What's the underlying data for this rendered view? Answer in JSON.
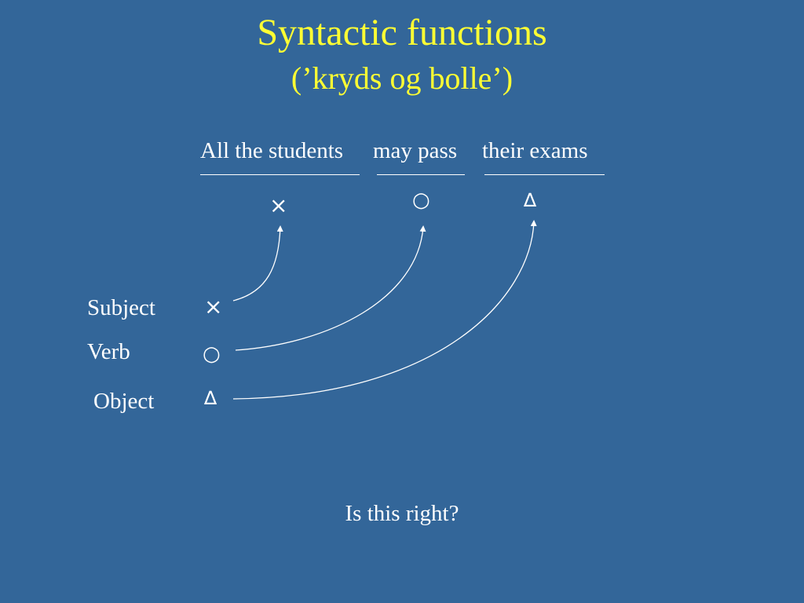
{
  "title": "Syntactic functions",
  "subtitle": "(’kryds og bolle’)",
  "sentence": {
    "phrases": [
      {
        "text": "All the students",
        "symbol": "×"
      },
      {
        "text": "may pass",
        "symbol": "○"
      },
      {
        "text": "their exams",
        "symbol": "∆"
      }
    ]
  },
  "functions": [
    {
      "label": "Subject",
      "symbol": "×"
    },
    {
      "label": "Verb",
      "symbol": "○"
    },
    {
      "label": "Object",
      "symbol": "∆"
    }
  ],
  "question": "Is this right?",
  "colors": {
    "background": "#336699",
    "title": "#ffff33",
    "text": "#ffffff"
  }
}
